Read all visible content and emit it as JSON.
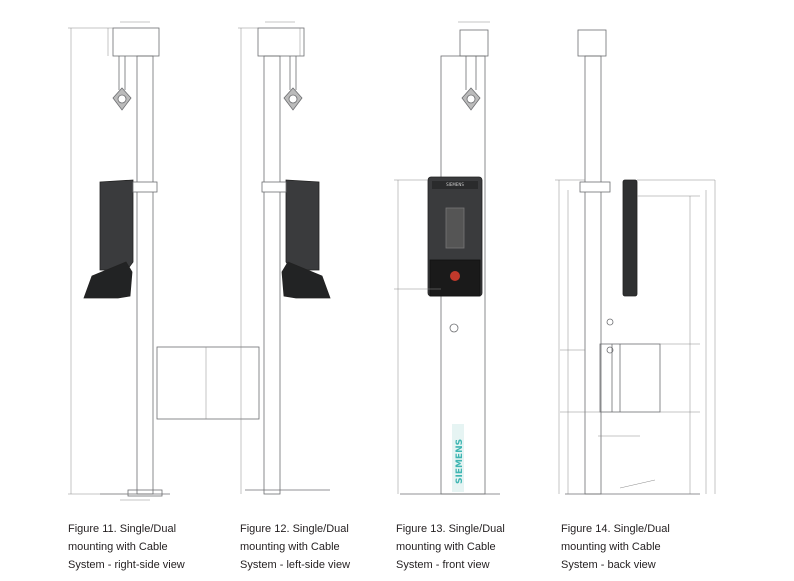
{
  "brand": "SIEMENS",
  "colors": {
    "line": "#6d6e71",
    "dim": "#8a8a8a",
    "charger": "#3a3b3d",
    "charger_dark": "#222324",
    "brand_teal": "#3fb6b3",
    "caption": "#231f20"
  },
  "captions": [
    {
      "line1": "Figure 11.  Single/Dual",
      "line2": "mounting with Cable",
      "line3": "System - right-side view"
    },
    {
      "line1": "Figure 12.  Single/Dual",
      "line2": "mounting with Cable",
      "line3": "System - left-side view"
    },
    {
      "line1": "Figure 13.  Single/Dual",
      "line2": "mounting with Cable",
      "line3": "System - front view"
    },
    {
      "line1": "Figure 14.  Single/Dual",
      "line2": "mounting with Cable",
      "line3": "System - back view"
    }
  ]
}
